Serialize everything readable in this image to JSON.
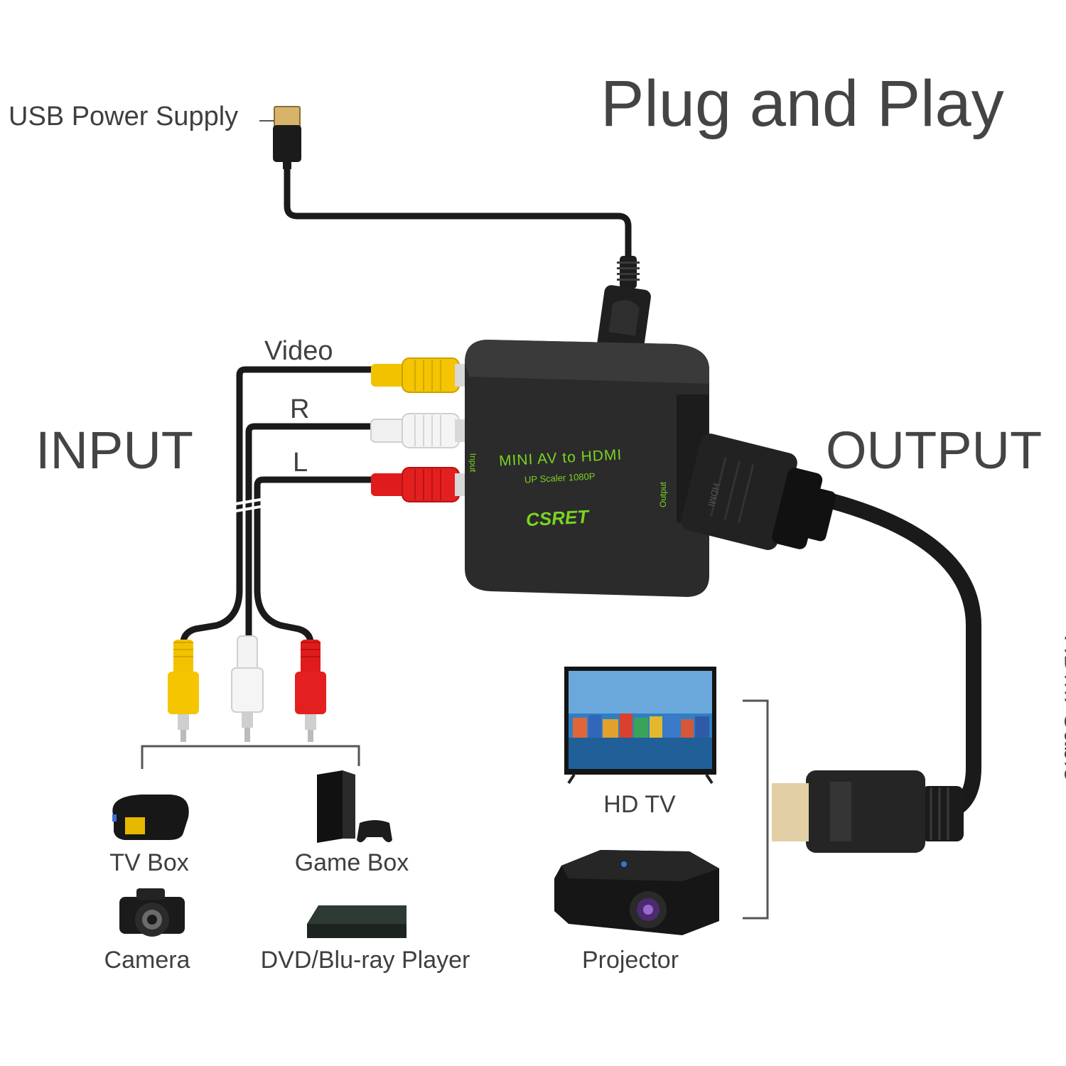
{
  "title": "Plug and Play",
  "usb_label": "USB Power Supply",
  "input_label": "INPUT",
  "output_label": "OUTPUT",
  "cables": {
    "video": "Video",
    "right": "R",
    "left": "L"
  },
  "converter": {
    "product_name": "MINI AV to HDMI",
    "subtitle": "UP Scaler 1080P",
    "brand": "CSRET",
    "input_port": "Input",
    "output_port": "Output",
    "plug_text": "HDMI"
  },
  "hdmi_cable_label": "HDMI Cable",
  "input_devices": [
    "TV Box",
    "Game Box",
    "Camera",
    "DVD/Blu-ray Player"
  ],
  "output_devices": [
    "HD TV",
    "Projector"
  ],
  "colors": {
    "text": "#3f3f3f",
    "yellow_plug": "#f2c200",
    "white_plug": "#f2f2f2",
    "red_plug": "#e01b1b",
    "converter_body": "#2b2b2b",
    "brand_green": "#7ad323",
    "cable": "#1a1a1a"
  }
}
